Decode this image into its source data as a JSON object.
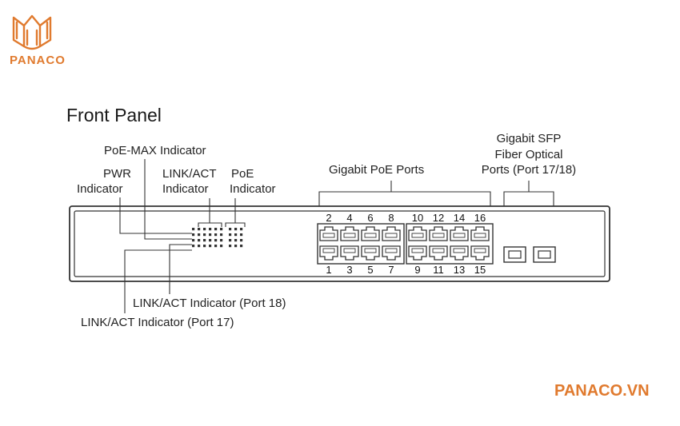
{
  "brand": {
    "logo_text": "PANACO",
    "website": "PANACO.VN",
    "color": "#e07a2e"
  },
  "diagram": {
    "title": "Front Panel",
    "labels": {
      "poe_max": "PoE-MAX Indicator",
      "pwr_line1": "PWR",
      "pwr_line2": "Indicator",
      "linkact_line1": "LINK/ACT",
      "linkact_line2": "Indicator",
      "poe_line1": "PoE",
      "poe_line2": "Indicator",
      "gigabit_poe_ports": "Gigabit PoE Ports",
      "sfp_line1": "Gigabit SFP",
      "sfp_line2": "Fiber Optical",
      "sfp_line3": "Ports (Port 17/18)",
      "linkact_port18": "LINK/ACT Indicator (Port 18)",
      "linkact_port17": "LINK/ACT Indicator (Port 17)"
    },
    "top_port_numbers": [
      "2",
      "4",
      "6",
      "8",
      "10",
      "12",
      "14",
      "16"
    ],
    "bottom_port_numbers": [
      "1",
      "3",
      "5",
      "7",
      "9",
      "11",
      "13",
      "15"
    ],
    "line_color": "#333333"
  }
}
